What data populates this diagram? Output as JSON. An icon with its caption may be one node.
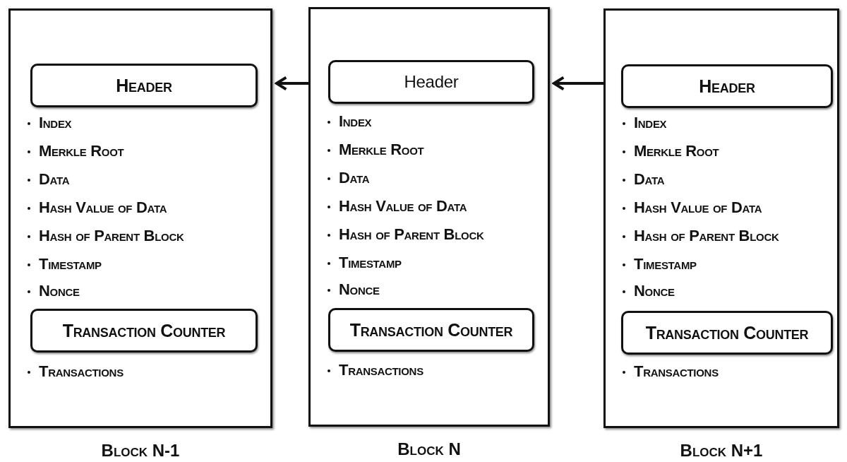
{
  "diagram": {
    "nodes": [
      {
        "text": [
          "Index",
          "Merkle Root",
          "Data",
          "Hash Value of Data",
          "Hash of Parent Block",
          "Timestamp",
          "Nonce",
          "Transactions"
        ],
        "beside": [
          "Block N-1"
        ]
      },
      {
        "text": [
          "Header"
        ],
        "in": 0
      },
      {
        "text": [
          "Transaction Counter"
        ],
        "in": 0
      },
      {
        "text": [
          "Index",
          "Merkle Root",
          "Data",
          "Hash Value of Data",
          "Hash of Parent Block",
          "Timestamp",
          "Nonce",
          "Transactions"
        ],
        "beside": [
          "Block N"
        ]
      },
      {
        "text": [
          "Header"
        ],
        "in": 3
      },
      {
        "text": [
          "Transaction Counter"
        ],
        "in": 3
      },
      {
        "text": [
          "Index",
          "Merkle Root",
          "Data",
          "Hash Value of Data",
          "Hash of Parent Block",
          "Timestamp",
          "Nonce",
          "Transactions"
        ],
        "beside": [
          "Block N+1"
        ]
      },
      {
        "text": [
          "Header"
        ],
        "in": 6
      },
      {
        "text": [
          "Transaction Counter"
        ],
        "in": 6
      }
    ],
    "edges": [
      {
        "from": 3,
        "to": 0,
        "arrow": "to"
      },
      {
        "from": 6,
        "to": 3,
        "arrow": "to"
      }
    ]
  }
}
